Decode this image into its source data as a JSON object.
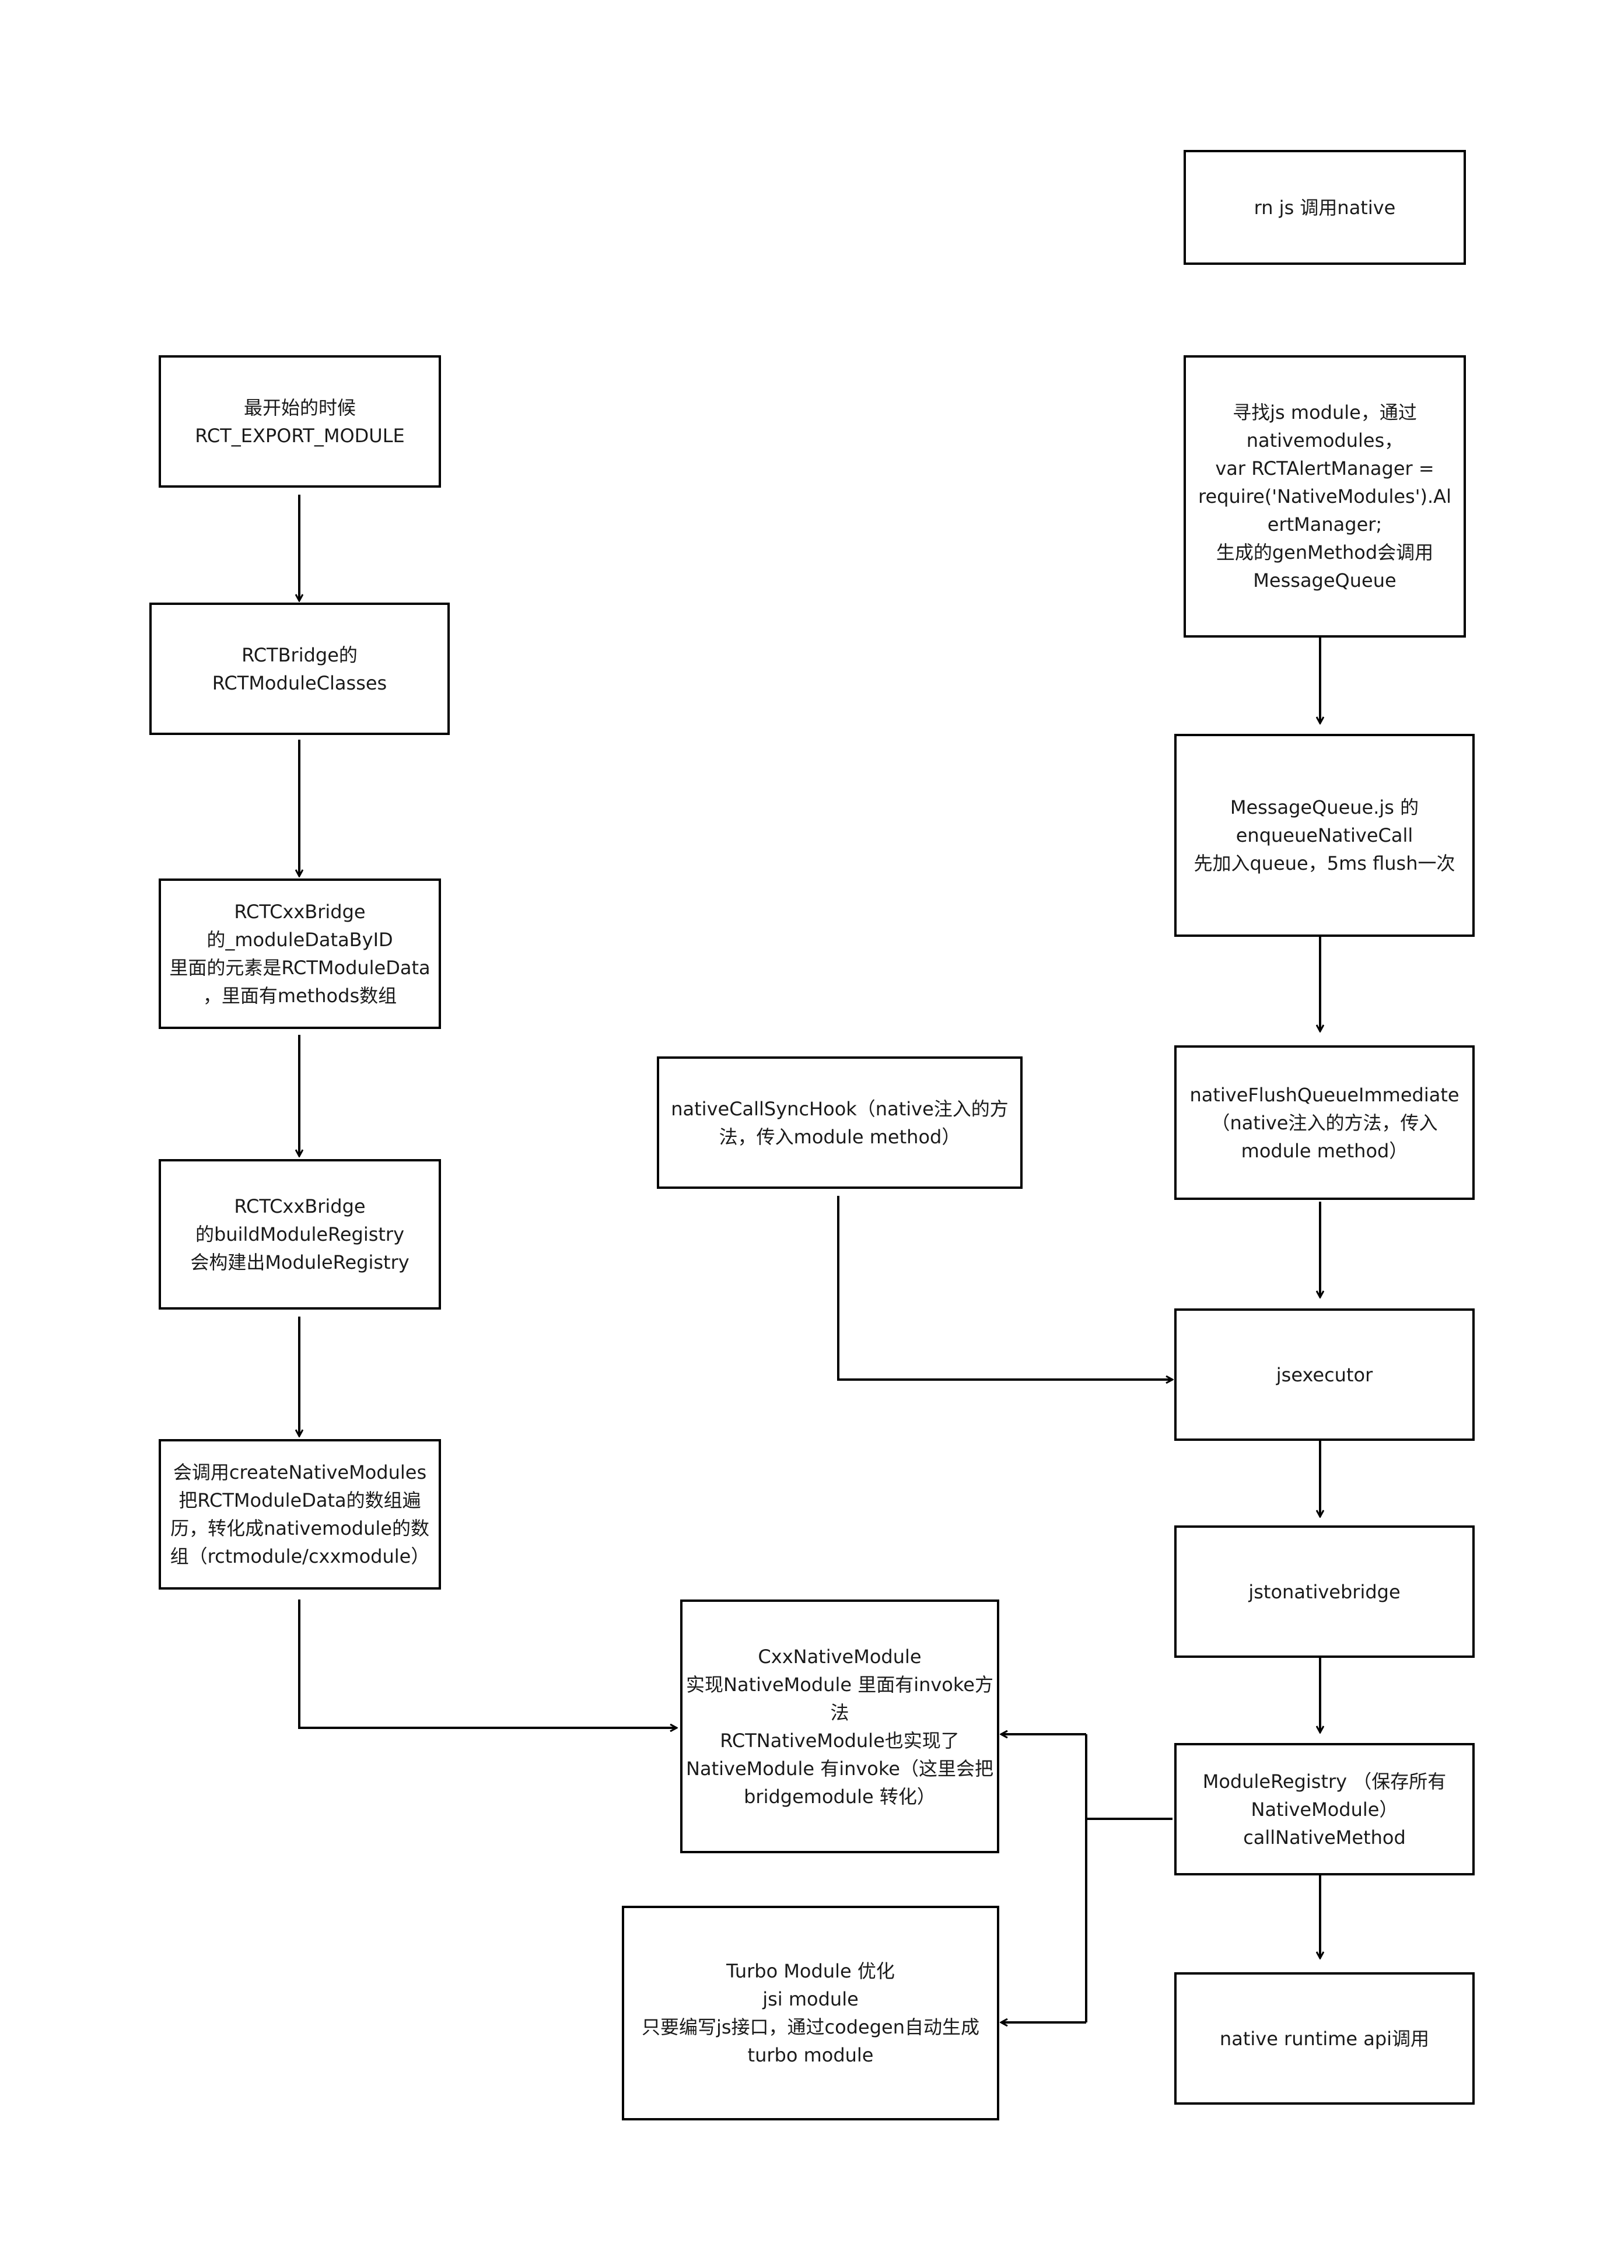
{
  "nodes": {
    "start": [
      "rn js 调用native"
    ],
    "find_module": [
      "寻找js module，通过",
      "nativemodules，",
      "var RCTAlertManager =",
      "require('NativeModules').Al",
      "ertManager;",
      "生成的genMethod会调用",
      "MessageQueue"
    ],
    "message_queue": [
      "MessageQueue.js 的",
      "enqueueNativeCall",
      "先加入queue，5ms flush一次"
    ],
    "flush_queue": [
      "nativeFlushQueueImmediate",
      "（native注入的方法，传入",
      "module method）"
    ],
    "sync_hook": [
      "nativeCallSyncHook（native注入的方",
      "法，传入module method）"
    ],
    "jsexecutor": [
      "jsexecutor"
    ],
    "jstonativebridge": [
      "jstonativebridge"
    ],
    "module_registry": [
      "ModuleRegistry （保存所有",
      "NativeModule）",
      "callNativeMethod"
    ],
    "runtime_api": [
      "native runtime api调用"
    ],
    "export_module": [
      "最开始的时候",
      "RCT_EXPORT_MODULE"
    ],
    "bridge_classes": [
      "RCTBridge的",
      "RCTModuleClasses"
    ],
    "cxx_bridge_data": [
      "RCTCxxBridge",
      "的_moduleDataByID",
      "里面的元素是RCTModuleData",
      "，里面有methods数组"
    ],
    "build_registry": [
      "RCTCxxBridge",
      "的buildModuleRegistry",
      "会构建出ModuleRegistry"
    ],
    "create_modules": [
      "会调用createNativeModules",
      "把RCTModuleData的数组遍",
      "历，转化成nativemodule的数",
      "组（rctmodule/cxxmodule）"
    ],
    "cxx_native_module": [
      "CxxNativeModule",
      "实现NativeModule 里面有invoke方",
      "法",
      "RCTNativeModule也实现了",
      "NativeModule 有invoke（这里会把",
      "bridgemodule 转化）"
    ],
    "turbo_module": [
      "Turbo Module 优化",
      "jsi module",
      "只要编写js接口，通过codegen自动生成",
      "turbo module"
    ]
  }
}
